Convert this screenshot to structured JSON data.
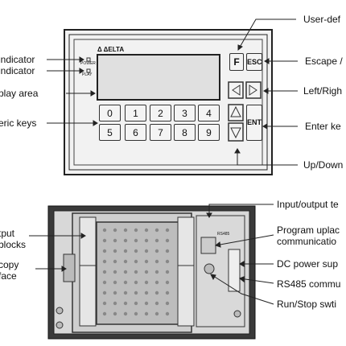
{
  "top_panel": {
    "left_labels": [
      "indicator",
      "indicator",
      "play area",
      "eric keys"
    ],
    "right_labels": [
      "User-def",
      "Escape /",
      "Left/Righ",
      "Enter ke",
      "Up/Down"
    ],
    "logo_text": "Δ ΔΕLTA",
    "led_labels": [
      "POWER",
      "PLAY"
    ],
    "numeric_keys": [
      "0",
      "1",
      "2",
      "3",
      "4",
      "5",
      "6",
      "7",
      "8",
      "9"
    ],
    "f_key": "F",
    "esc_key": "ESC",
    "ent_key": "ENT"
  },
  "bottom_panel": {
    "left_labels": [
      "tput",
      "blocks",
      "copy",
      "face"
    ],
    "right_labels": [
      "Input/output te",
      "Program uplac",
      "communicatio",
      "DC power sup",
      "RS485 commu",
      "Run/Stop swti"
    ],
    "port_label": "RS485"
  },
  "colors": {
    "line": "#222222",
    "panel": "#e9e9e9",
    "screen": "#e3e3e3",
    "dark": "#3a3a3a"
  }
}
